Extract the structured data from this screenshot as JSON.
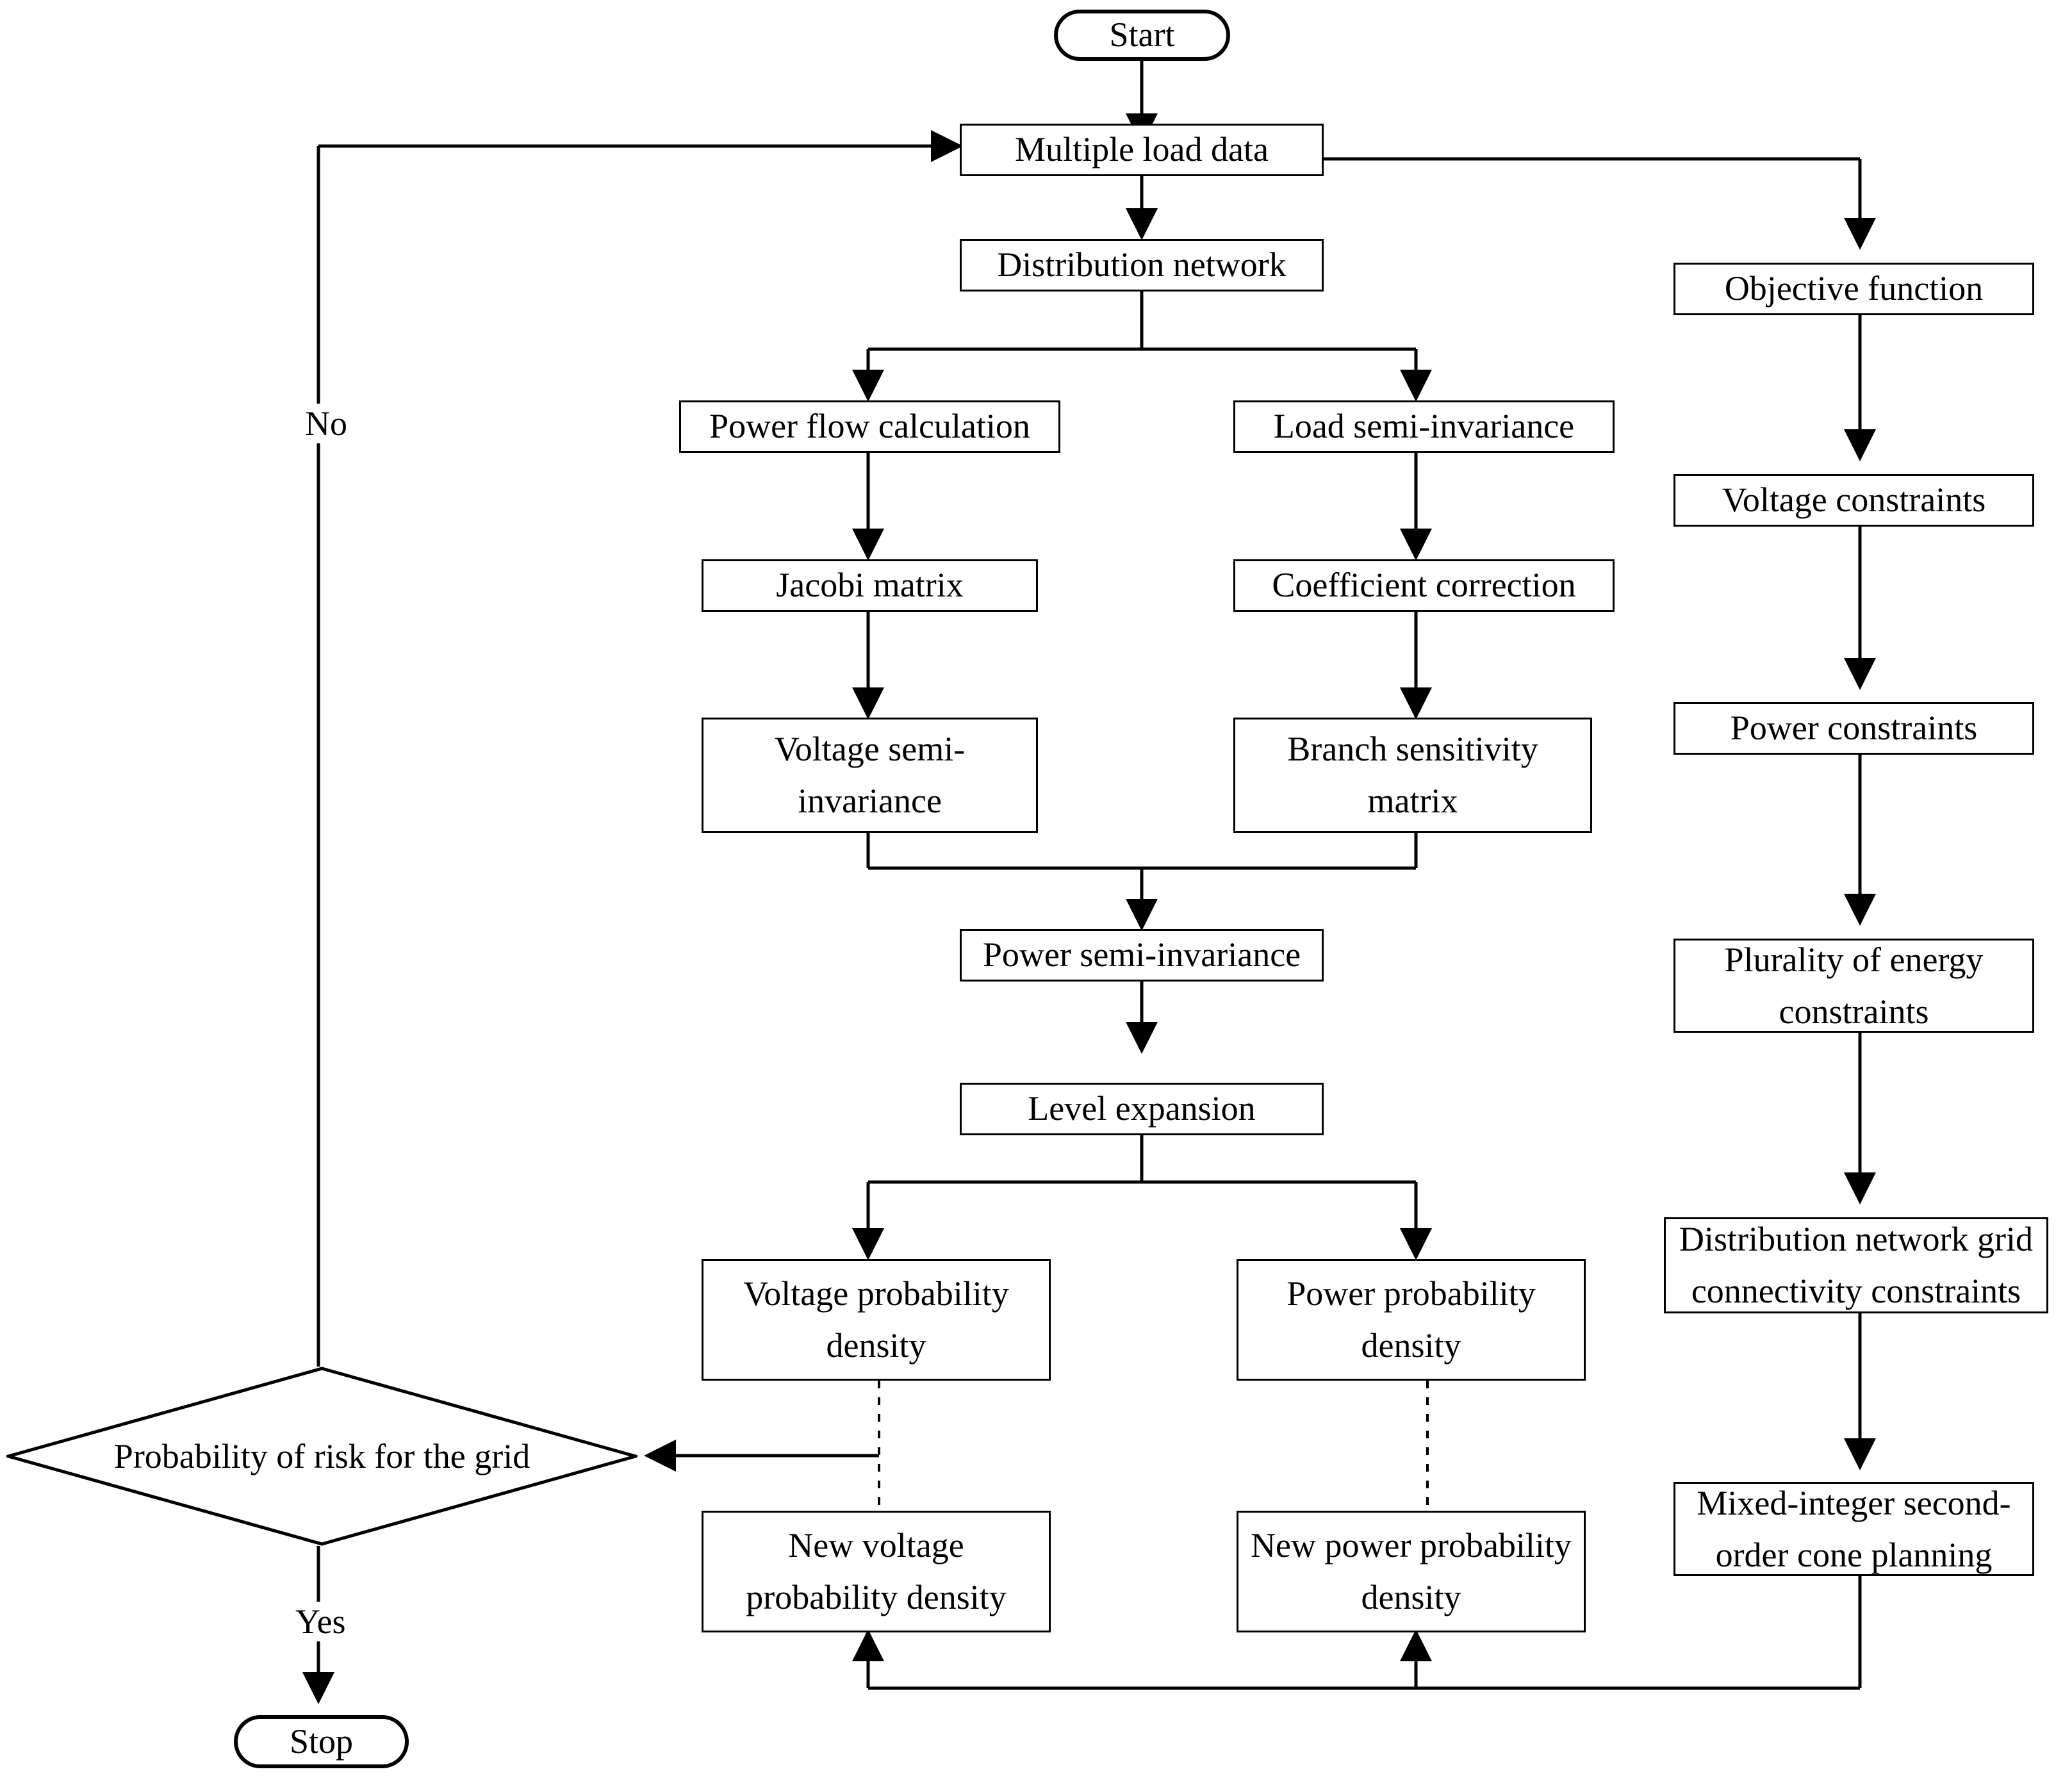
{
  "diagram": {
    "title": "Probabilistic distribution network planning flowchart",
    "type": "flowchart",
    "stroke_color": "#000000",
    "fill_color": "#ffffff",
    "background": "#ffffff"
  },
  "nodes": {
    "start": {
      "label": "Start",
      "shape": "terminal"
    },
    "multiple_load_data": {
      "label": "Multiple load data",
      "shape": "process"
    },
    "distribution_network": {
      "label": "Distribution network",
      "shape": "process"
    },
    "power_flow_calculation": {
      "label": "Power flow calculation",
      "shape": "process"
    },
    "load_semi_invariance": {
      "label": "Load semi-invariance",
      "shape": "process"
    },
    "jacobi_matrix": {
      "label": "Jacobi matrix",
      "shape": "process"
    },
    "coefficient_correction": {
      "label": "Coefficient correction",
      "shape": "process"
    },
    "voltage_semi_invariance": {
      "label": "Voltage semi-invariance",
      "shape": "process"
    },
    "branch_sensitivity_matrix": {
      "label": "Branch sensitivity matrix",
      "shape": "process"
    },
    "power_semi_invariance": {
      "label": "Power semi-invariance",
      "shape": "process"
    },
    "level_expansion": {
      "label": "Level expansion",
      "shape": "process"
    },
    "voltage_probability_density": {
      "label": "Voltage probability density",
      "shape": "process"
    },
    "power_probability_density": {
      "label": "Power probability density",
      "shape": "process"
    },
    "new_voltage_probability_density": {
      "label": "New voltage probability density",
      "shape": "process"
    },
    "new_power_probability_density": {
      "label": "New power probability density",
      "shape": "process"
    },
    "probability_of_risk": {
      "label": "Probability of risk for the grid",
      "shape": "decision"
    },
    "stop": {
      "label": "Stop",
      "shape": "terminal"
    },
    "objective_function": {
      "label": "Objective function",
      "shape": "process"
    },
    "voltage_constraints": {
      "label": "Voltage constraints",
      "shape": "process"
    },
    "power_constraints": {
      "label": "Power constraints",
      "shape": "process"
    },
    "plurality_of_energy_constraints": {
      "label": "Plurality of energy constraints",
      "shape": "process"
    },
    "distribution_network_grid_connectivity_constraints": {
      "label": "Distribution network grid connectivity constraints",
      "shape": "process"
    },
    "mixed_integer_second_order_cone_planning": {
      "label": "Mixed-integer second-order cone planning",
      "shape": "process"
    }
  },
  "edge_labels": {
    "no": "No",
    "yes": "Yes"
  }
}
